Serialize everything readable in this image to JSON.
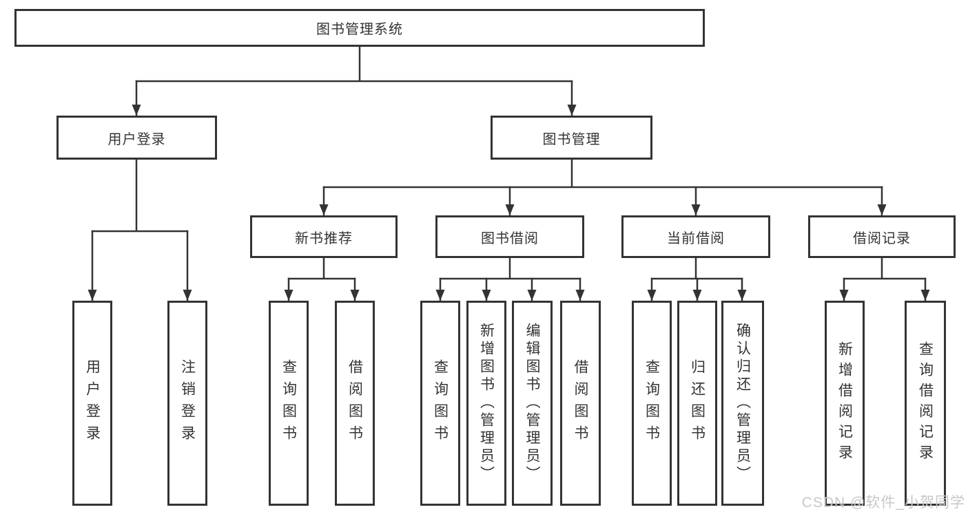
{
  "watermark": "CSDN @软件_小贺同学",
  "colors": {
    "line": "#333333",
    "text": "#333333",
    "background": "#ffffff",
    "watermark": "#c8c8c8"
  },
  "nodes": {
    "root": "图书管理系统",
    "user_login": "用户登录",
    "book_mgmt": "图书管理",
    "new_book_rec": "新书推荐",
    "book_borrow": "图书借阅",
    "current_borrow": "当前借阅",
    "borrow_records": "借阅记录",
    "ul_user_login": "用户登录",
    "ul_logout": "注销登录",
    "nb_query_book": "查询图书",
    "nb_borrow_book": "借阅图书",
    "bb_query_book": "查询图书",
    "bb_add_book": "新增图书（管理员）",
    "bb_edit_book": "编辑图书（管理员）",
    "bb_borrow_book": "借阅图书",
    "cb_query_book": "查询图书",
    "cb_return_book": "归还图书",
    "cb_confirm_return": "确认归还（管理员）",
    "br_add_record": "新增借阅记录",
    "br_query_record": "查询借阅记录"
  }
}
